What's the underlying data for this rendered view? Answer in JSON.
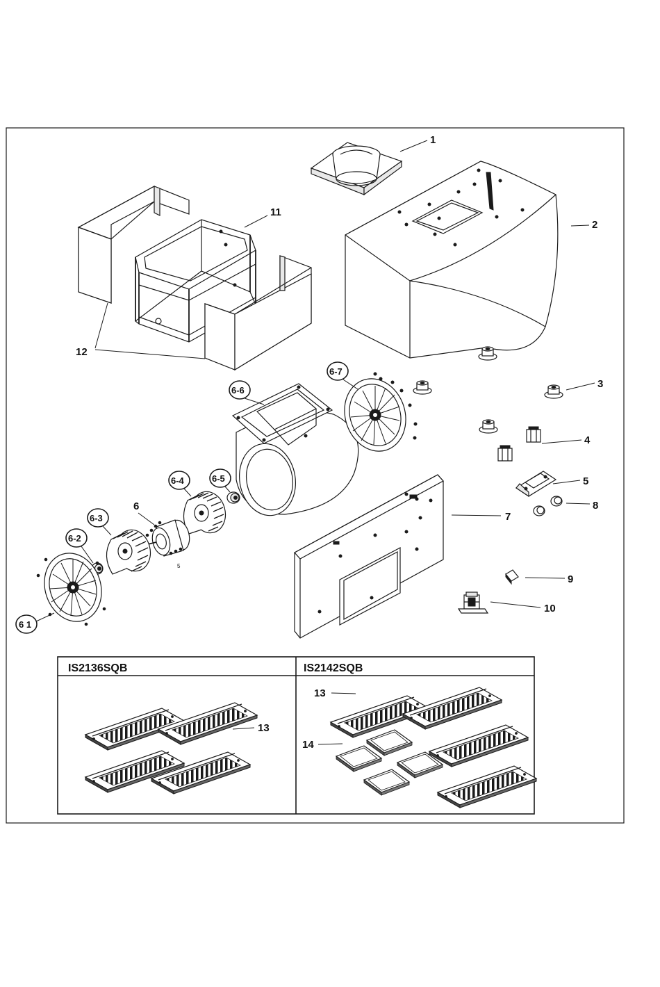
{
  "labels": {
    "p1": "1",
    "p2": "2",
    "p3": "3",
    "p4": "4",
    "p5": "5",
    "p6": "6",
    "p7": "7",
    "p8": "8",
    "p9": "9",
    "p10": "10",
    "p11": "11",
    "p12": "12",
    "p6_1": "6 1",
    "p6_2": "6-2",
    "p6_3": "6-3",
    "p6_4": "6-4",
    "p6_5": "6-5",
    "p6_6": "6-6",
    "p6_7": "6-7",
    "screw5": "5"
  },
  "filters_table": {
    "col1_header": "IS2136SQB",
    "col2_header": "IS2142SQB",
    "col1_p13": "13",
    "col2_p13": "13",
    "col2_p14": "14"
  }
}
